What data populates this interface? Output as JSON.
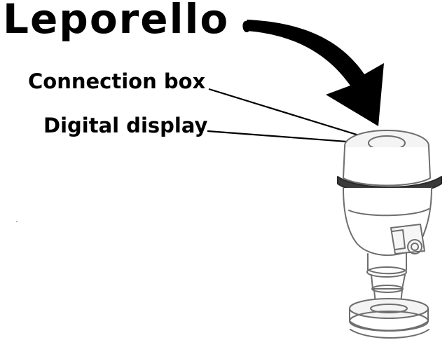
{
  "diagram": {
    "title": "Leporello",
    "labels": {
      "connection_box": "Connection box",
      "digital_display": "Digital display"
    },
    "icons": {
      "device": "pressure-transmitter-drawing",
      "pointer": "curved-arrow"
    },
    "colors": {
      "ink": "#000000",
      "line_art": "#6e6e6e",
      "background": "#ffffff"
    }
  }
}
